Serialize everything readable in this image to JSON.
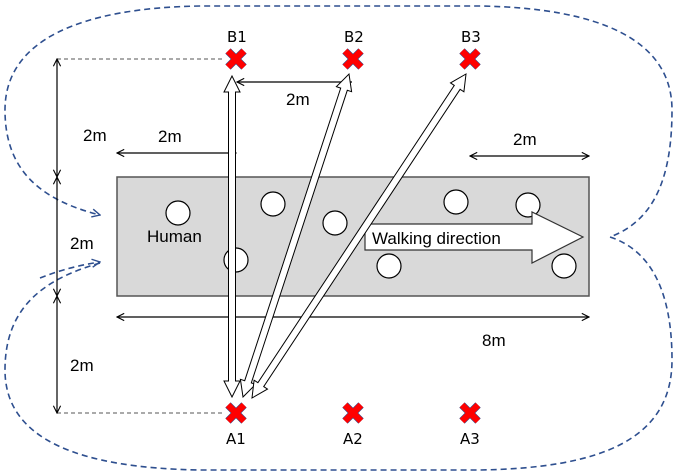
{
  "diagram": {
    "title": "Walking-path radio measurement layout",
    "labels": {
      "human": "Human",
      "walking_direction": "Walking direction"
    },
    "dimensions": {
      "b1_b2_spacing": "2m",
      "left_vertical_top": "2m",
      "left_vertical_middle": "2m",
      "left_vertical_bottom": "2m",
      "left_offset": "2m",
      "right_offset": "2m",
      "corridor_length": "8m"
    },
    "nodes_top": [
      {
        "id": "B1",
        "label": "B1"
      },
      {
        "id": "B2",
        "label": "B2"
      },
      {
        "id": "B3",
        "label": "B3"
      }
    ],
    "nodes_bottom": [
      {
        "id": "A1",
        "label": "A1"
      },
      {
        "id": "A2",
        "label": "A2"
      },
      {
        "id": "A3",
        "label": "A3"
      }
    ],
    "links": [
      {
        "from": "A1",
        "to": "B1"
      },
      {
        "from": "A1",
        "to": "B2"
      },
      {
        "from": "A1",
        "to": "B3"
      }
    ],
    "human_count": 8,
    "colors": {
      "marker": "#ff0000",
      "marker_outline": "#2e4a8a",
      "corridor_fill": "#d9d9d9",
      "loop_path": "#2e4f8f"
    }
  }
}
